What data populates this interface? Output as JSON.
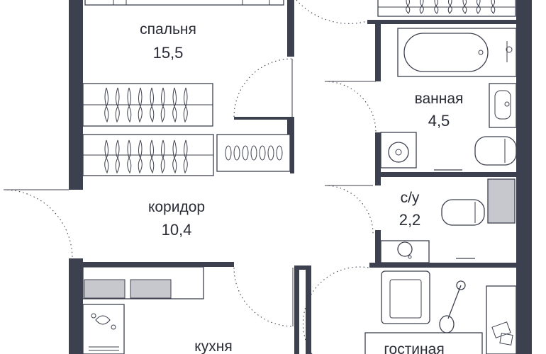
{
  "rooms": [
    {
      "id": "bedroom",
      "name": "спальня",
      "area": "15,5"
    },
    {
      "id": "bathroom",
      "name": "ванная",
      "area": "4,5"
    },
    {
      "id": "corridor",
      "name": "коридор",
      "area": "10,4"
    },
    {
      "id": "wc",
      "name": "с/у",
      "area": "2,2"
    },
    {
      "id": "kitchen",
      "name": "кухня",
      "area": ""
    },
    {
      "id": "living",
      "name": "гостиная",
      "area": ""
    }
  ],
  "colors": {
    "wall": "#3d404e",
    "fill": "#c7c8ce",
    "background": "#ffffff"
  }
}
